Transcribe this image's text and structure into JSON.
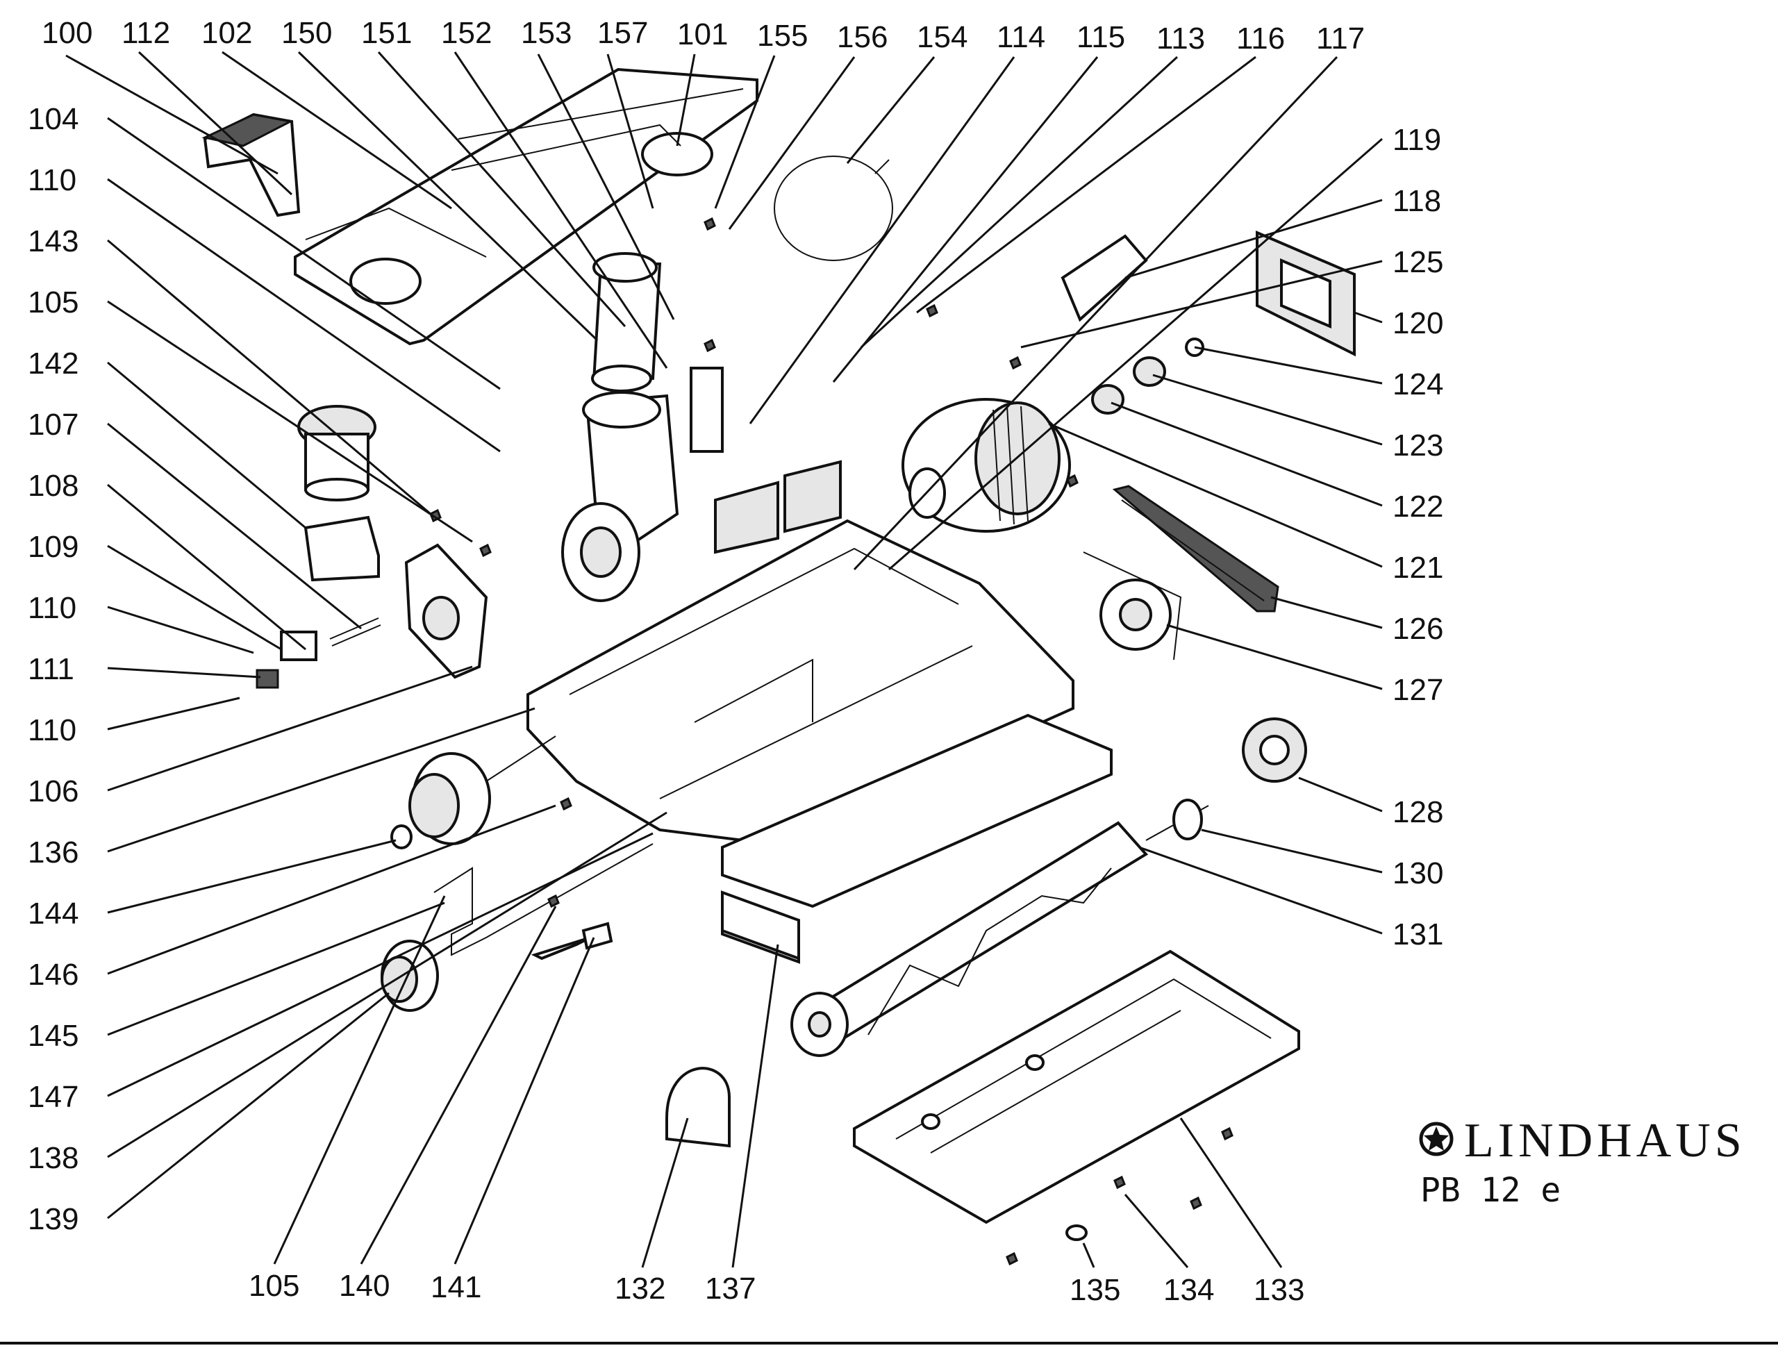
{
  "brand": "LINDHAUS",
  "model": "PB 12 e",
  "labels_top": [
    "100",
    "112",
    "102",
    "150",
    "151",
    "152",
    "153",
    "157",
    "101",
    "155",
    "156",
    "154",
    "114",
    "115",
    "113",
    "116",
    "117"
  ],
  "labels_left": [
    "104",
    "110",
    "143",
    "105",
    "142",
    "107",
    "108",
    "109",
    "110",
    "111",
    "110",
    "106",
    "136",
    "144",
    "146",
    "145",
    "147",
    "138",
    "139"
  ],
  "labels_right": [
    "119",
    "118",
    "125",
    "120",
    "124",
    "123",
    "122",
    "121",
    "126",
    "127",
    "128",
    "130",
    "131"
  ],
  "labels_bottom": [
    "105",
    "140",
    "141",
    "132",
    "137",
    "135",
    "134",
    "133"
  ],
  "colors": {
    "line": "#111111",
    "background": "#ffffff"
  }
}
